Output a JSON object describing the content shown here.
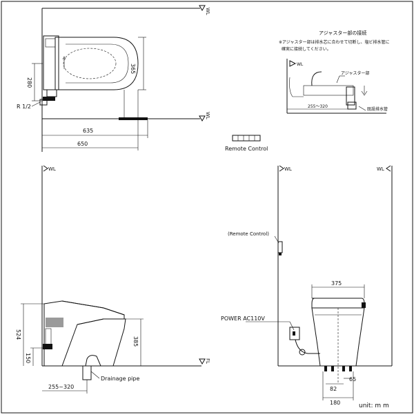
{
  "labels": {
    "wl_top_right": "WL",
    "wl_mid_right": "WL",
    "wl_side_left": "WL",
    "wl_front_left": "WL",
    "wl_front_right": "WL",
    "fl_side": "FL",
    "r_half": "R 1/2",
    "remote_control": "Remote Control",
    "remote_control_callout": "(Remote Control)",
    "power": "POWER AC110V",
    "drainage": "Drainage pipe",
    "unit": "unit: m m"
  },
  "dimensions": {
    "d635": "635",
    "d650": "650",
    "d365": "365",
    "d280": "280",
    "d524": "524",
    "d385": "385",
    "d150": "150",
    "d255_320": "255~320",
    "d375": "375",
    "d82": "82",
    "d65": "65",
    "d180": "180"
  },
  "detail": {
    "title": "アジャスター部の接続",
    "note_line1": "※アジャスター部は排水芯に合わせて切断し、塩ビ排水管に",
    "note_line2": "確実に接続してください。",
    "wl": "WL",
    "adjuster": "アジャスター部",
    "pipe": "既設排水管",
    "range": "255～320"
  },
  "colors": {
    "line": "#111111",
    "fill_dark": "#111111",
    "fill_grey": "#9a9a9a"
  }
}
